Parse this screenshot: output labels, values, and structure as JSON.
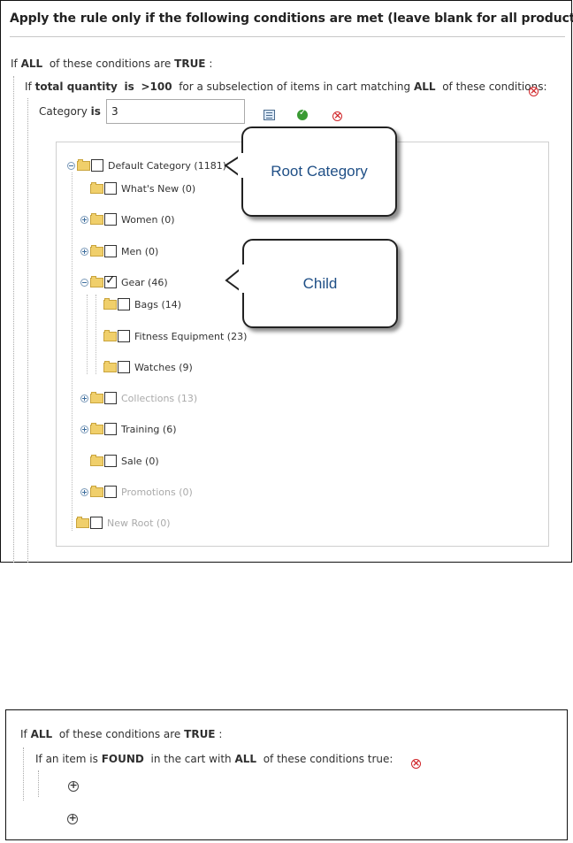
{
  "top_panel": {
    "heading": "Apply the rule only if the following conditions are met (leave blank for all products).",
    "cond_if": "If",
    "cond_all": "ALL",
    "cond_mid": "of these conditions are",
    "cond_true": "TRUE",
    "cond_colon": ":",
    "sub_if": "If",
    "sub_total_quantity": "total quantity",
    "sub_is": "is",
    "sub_value": ">100",
    "sub_mid": "for a subselection of items in cart matching",
    "sub_all": "ALL",
    "sub_end": "of these conditions:",
    "category_label": "Category",
    "category_is": "is",
    "category_value": "3"
  },
  "tree": {
    "nodes": [
      {
        "label": "Default Category (1181)",
        "checked": false,
        "dim": false,
        "expander": "minus"
      },
      {
        "label": "What's New (0)",
        "checked": false,
        "dim": false,
        "expander": "none"
      },
      {
        "label": "Women (0)",
        "checked": false,
        "dim": false,
        "expander": "plus"
      },
      {
        "label": "Men (0)",
        "checked": false,
        "dim": false,
        "expander": "plus"
      },
      {
        "label": "Gear (46)",
        "checked": true,
        "dim": false,
        "expander": "minus"
      },
      {
        "label": "Bags (14)",
        "checked": false,
        "dim": false,
        "expander": "none"
      },
      {
        "label": "Fitness Equipment (23)",
        "checked": false,
        "dim": false,
        "expander": "none"
      },
      {
        "label": "Watches (9)",
        "checked": false,
        "dim": false,
        "expander": "none"
      },
      {
        "label": "Collections (13)",
        "checked": false,
        "dim": true,
        "expander": "plus"
      },
      {
        "label": "Training (6)",
        "checked": false,
        "dim": false,
        "expander": "plus"
      },
      {
        "label": "Sale (0)",
        "checked": false,
        "dim": false,
        "expander": "none"
      },
      {
        "label": "Promotions (0)",
        "checked": false,
        "dim": true,
        "expander": "plus"
      },
      {
        "label": "New Root (0)",
        "checked": false,
        "dim": true,
        "expander": "none"
      }
    ]
  },
  "callouts": {
    "root": "Root Category",
    "child": "Child"
  },
  "bottom_panel": {
    "cond_if": "If",
    "cond_all": "ALL",
    "cond_mid": "of these conditions are",
    "cond_true": "TRUE",
    "cond_colon": ":",
    "found_pre": "If an item is",
    "found": "FOUND",
    "found_mid": "in the cart with",
    "found_all": "ALL",
    "found_end": "of these conditions true:"
  },
  "colors": {
    "callout_text": "#1f4f86",
    "delete_red": "#d0262a",
    "apply_green": "#3a9a33"
  }
}
